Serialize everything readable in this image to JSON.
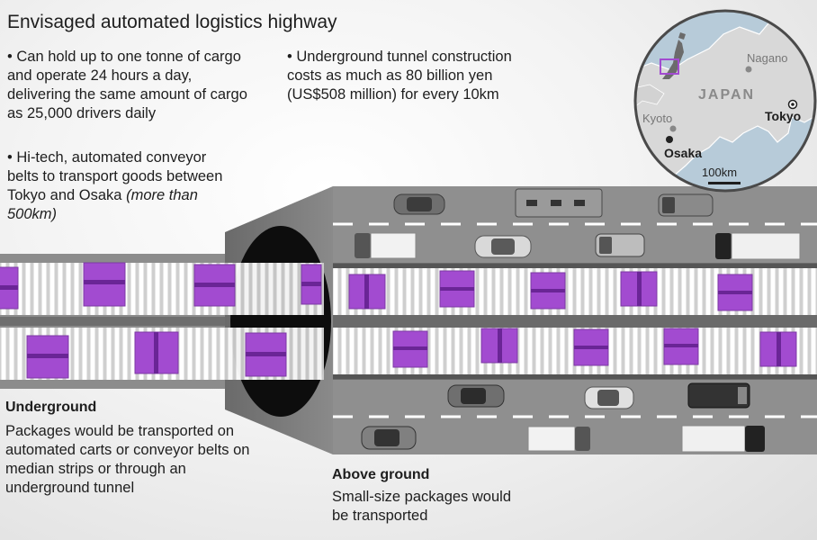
{
  "title": "Envisaged automated logistics highway",
  "bullets": {
    "capacity": "• Can hold up to one tonne of cargo and operate 24 hours a day, delivering the same amount of cargo as 25,000 drivers daily",
    "cost": "• Underground tunnel construction costs as much as 80 billion yen (US$508 million) for every 10km",
    "conveyor": "• Hi-tech, automated conveyor belts to transport goods between Tokyo and Osaka",
    "conveyor_note": "(more than 500km)"
  },
  "underground": {
    "heading": "Underground",
    "text": "Packages would be transported on automated carts or conveyor belts on median strips or through an underground tunnel"
  },
  "above_ground": {
    "heading": "Above ground",
    "text": "Small-size packages would be transported"
  },
  "map": {
    "country": "JAPAN",
    "cities": [
      "Nagano",
      "Kyoto",
      "Osaka",
      "Tokyo"
    ],
    "scale": "100km"
  },
  "colors": {
    "package": "#a24bd0",
    "package_stripe": "#6a2596",
    "road": "#8e8e8e",
    "belt": "#e2e2e2",
    "belt_frame": "#5a5a5a",
    "tunnel": "#111111",
    "land": "#d8d8d8",
    "sea": "#b7cbd9"
  }
}
